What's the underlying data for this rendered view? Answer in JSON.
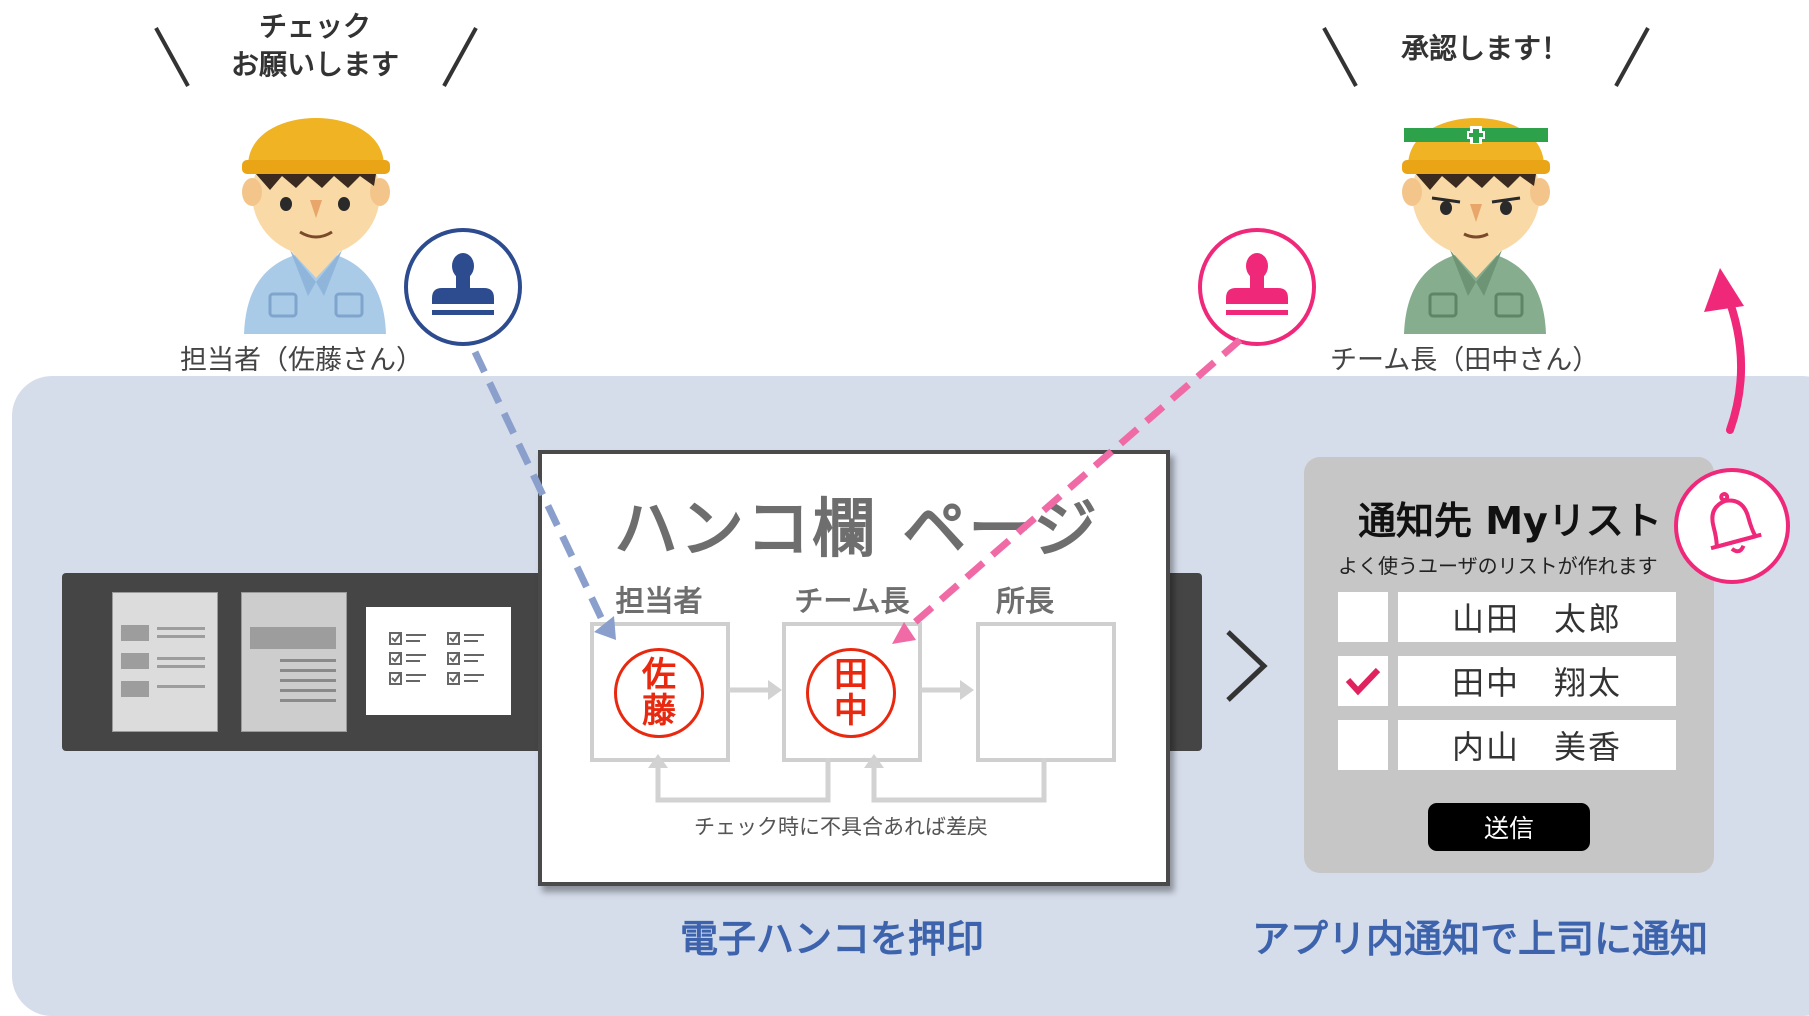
{
  "left_worker": {
    "speech_line1": "チェック",
    "speech_line2": "お願いします",
    "label": "担当者（佐藤さん）"
  },
  "right_worker": {
    "speech": "承認します！",
    "label": "チーム長（田中さん）"
  },
  "hanko_page": {
    "title": "ハンコ欄 ページ",
    "columns": [
      "担当者",
      "チーム長",
      "所長"
    ],
    "seal_sato_line1": "佐",
    "seal_sato_line2": "藤",
    "seal_tanaka_line1": "田",
    "seal_tanaka_line2": "中",
    "return_note": "チェック時に不具合あれば差戻"
  },
  "mylist": {
    "title": "通知先 Myリスト",
    "subtitle": "よく使うユーザのリストが作れます",
    "users": [
      {
        "name": "山田　太郎",
        "checked": false
      },
      {
        "name": "田中　翔太",
        "checked": true
      },
      {
        "name": "内山　美香",
        "checked": false
      }
    ],
    "send_button": "送信"
  },
  "captions": {
    "stamp": "電子ハンコを押印",
    "notify": "アプリ内通知で上司に通知"
  },
  "colors": {
    "panel_bg": "#d5dcea",
    "blue_accent": "#2d4b8f",
    "pink_accent": "#f0287a",
    "seal_red": "#e8290f",
    "caption_blue": "#3d63ad",
    "helmet_yellow": "#f0b323",
    "helmet_band": "#2da24a"
  },
  "icons": [
    "stamp-icon-blue",
    "stamp-icon-pink",
    "bell-icon",
    "check-icon",
    "chevron-right-icon",
    "curved-up-arrow-icon"
  ]
}
